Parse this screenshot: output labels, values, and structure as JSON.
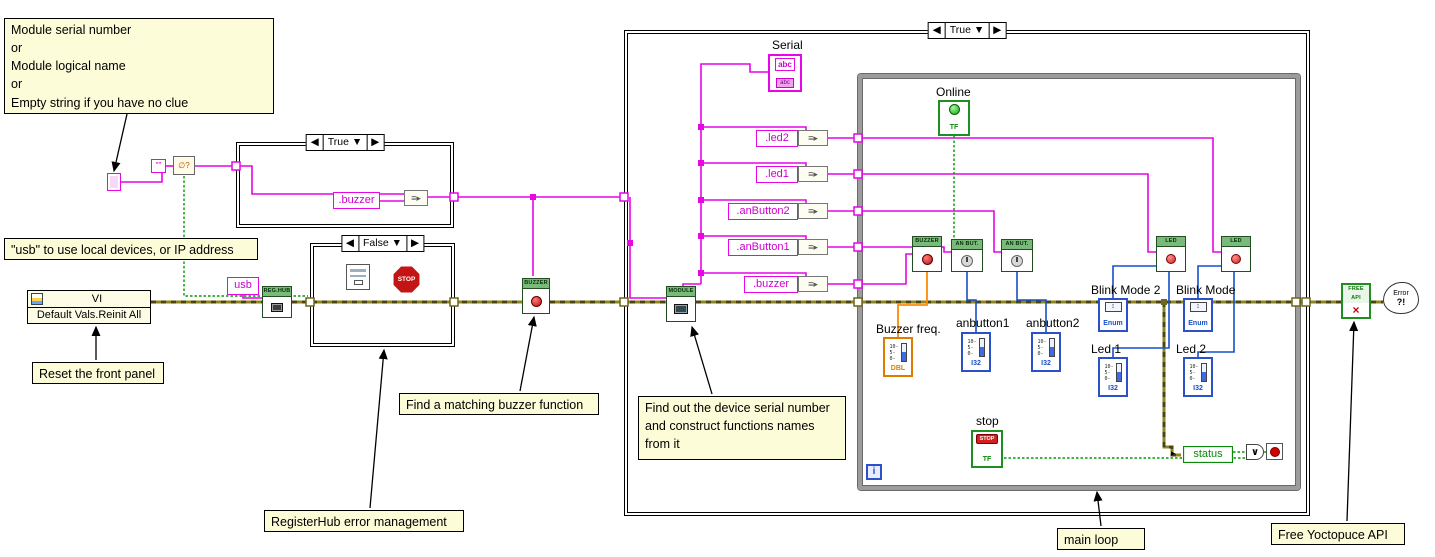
{
  "notes": {
    "module_serial": "Module serial number\nor\nModule  logical name\nor\nEmpty string if you have no clue",
    "usb_hint": "\"usb\" to use local devices, or IP address",
    "reset_front_panel": "Reset the front panel",
    "registerhub": "RegisterHub error management",
    "find_buzzer": "Find a matching buzzer function",
    "find_serial": "Find out the device serial number\nand construct functions  names\nfrom it",
    "main_loop": "main loop",
    "free_api": "Free Yoctopuce API"
  },
  "cases": {
    "c1": "True",
    "c2": "False",
    "c3": "True"
  },
  "ui": {
    "case_prev": "◀",
    "case_next": "▶",
    "case_drop": "▼",
    "concat": "≡▸",
    "or": "∨",
    "mini_arrow": "▸",
    "empty_check": "∅?",
    "x": "×",
    "enum_updown": "↕"
  },
  "constants": {
    "empty": "",
    "quotes": "\"\"",
    "usb": "usb",
    "buzzer_case": ".buzzer",
    "led2": ".led2",
    "led1": ".led1",
    "anbutton2": ".anButton2",
    "anbutton1": ".anButton1",
    "buzzer": ".buzzer"
  },
  "invoke": {
    "cls": "VI",
    "method": "Default Vals.Reinit All"
  },
  "nodes": {
    "reg_hub": "REG.HUB",
    "stop_sign": "STOP",
    "buzzer": "BUZZER",
    "module": "MODULE",
    "free_api": "FREE API",
    "error_line1": "Error",
    "error_line2": "?!"
  },
  "fns": {
    "buzzer": "BUZZER",
    "anbut": "AN BUT.",
    "led": "LED"
  },
  "loop": {
    "i": "i",
    "online": "Online",
    "serial": "Serial"
  },
  "terms": {
    "abc": "abc",
    "tf": "TF",
    "dbl": "DBL",
    "i32": "I32",
    "enum": "Enum",
    "stop_btn": "STOP",
    "buzzer_freq": "Buzzer freq.",
    "anbutton1": "anbutton1",
    "anbutton2": "anbutton2",
    "blink_mode2": "Blink Mode 2",
    "blink_mode": "Blink Mode",
    "led1": "Led 1",
    "led2": "Led 2",
    "stop": "stop",
    "status": "status",
    "t10": "10-",
    "t5": "5-",
    "t0": "0-"
  },
  "colors": {
    "string_wire": "#E606E6",
    "error_wire": "#8F851C",
    "boolean_wire": "#009A00",
    "integer_wire": "#1550C8",
    "double_wire": "#FF8A00",
    "note_bg": "#FCFCD8"
  }
}
